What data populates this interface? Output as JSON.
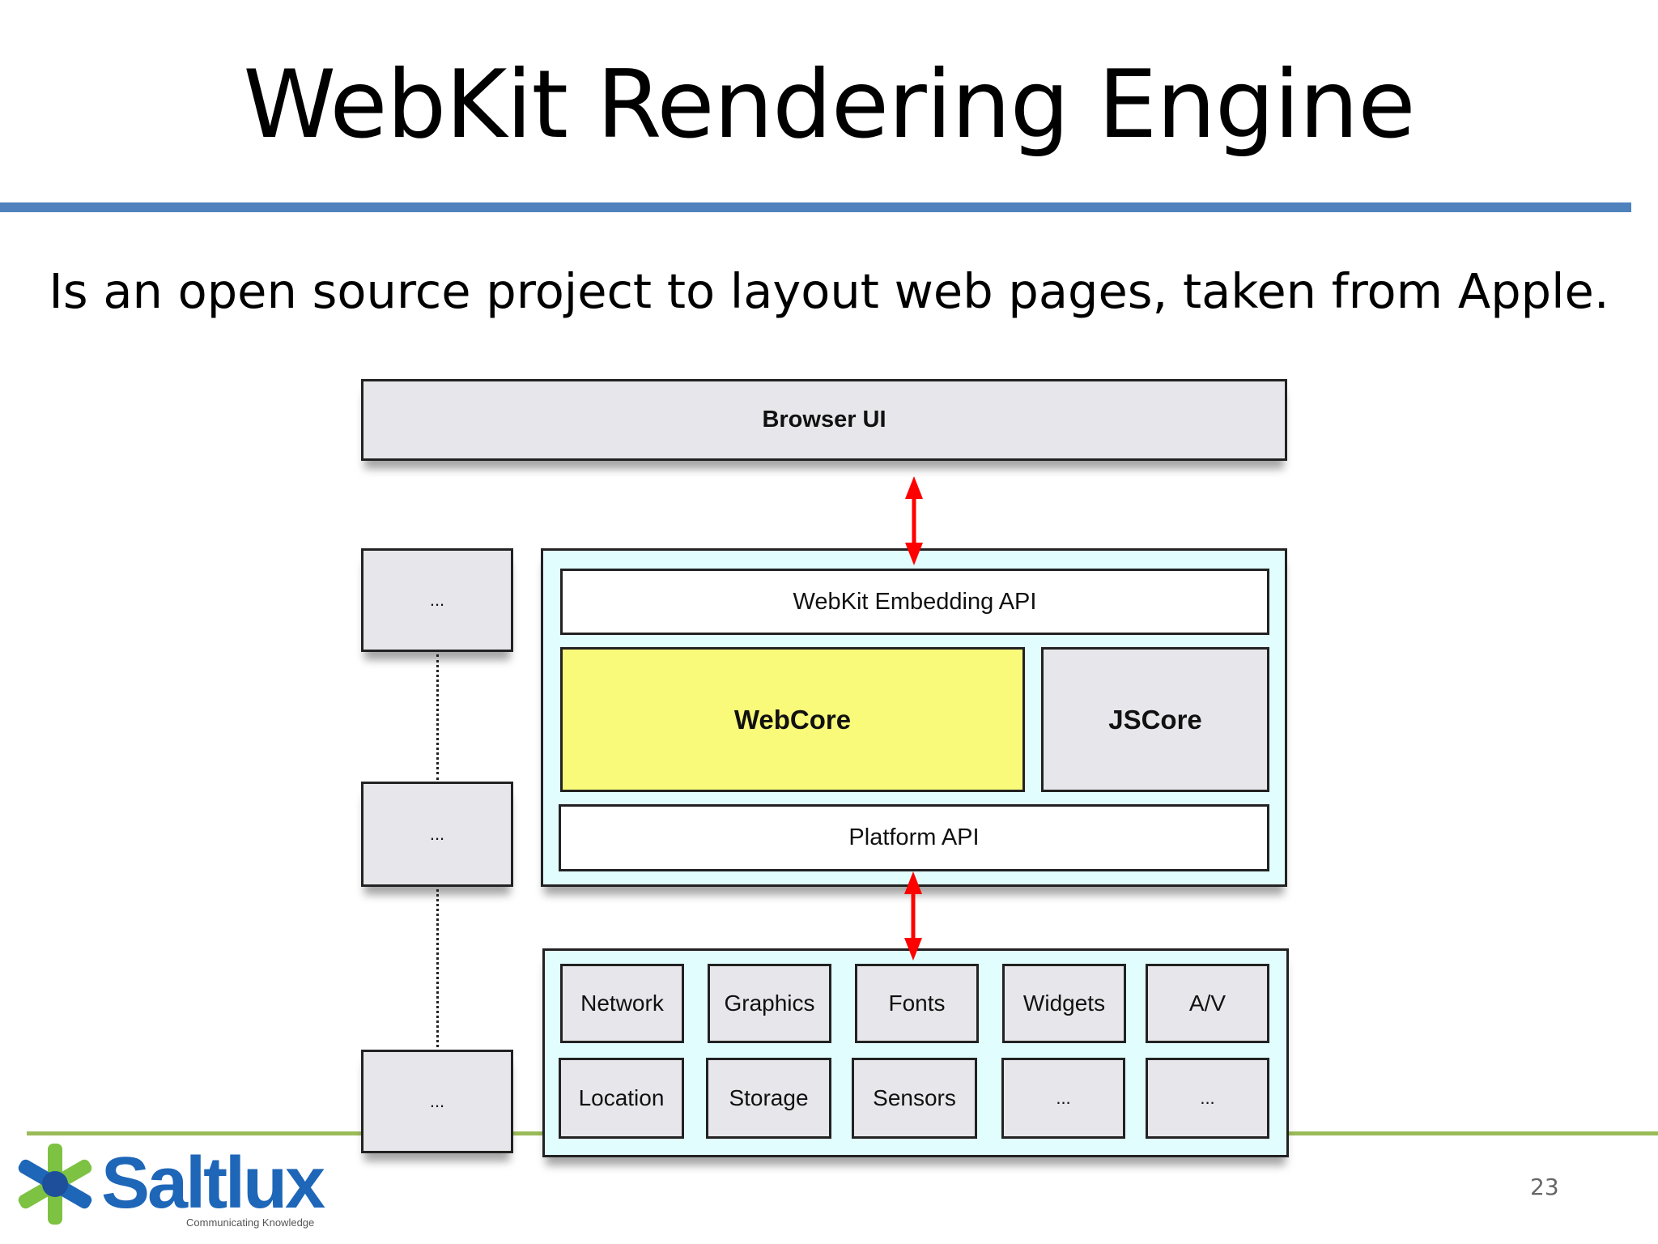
{
  "slide": {
    "title": "WebKit Rendering Engine",
    "subtitle": "Is an open source project to layout web pages, taken from Apple.",
    "page_number": "23"
  },
  "diagram": {
    "browser_ui": "Browser UI",
    "side_stack": [
      "...",
      "...",
      "..."
    ],
    "webkit_panel": {
      "embedding_api": "WebKit Embedding API",
      "webcore": "WebCore",
      "jscore": "JSCore",
      "platform_api": "Platform API"
    },
    "platform_services": {
      "row1": [
        "Network",
        "Graphics",
        "Fonts",
        "Widgets",
        "A/V"
      ],
      "row2": [
        "Location",
        "Storage",
        "Sensors",
        "...",
        "..."
      ]
    }
  },
  "logo": {
    "name": "Saltlux",
    "tagline": "Communicating Knowledge"
  },
  "colors": {
    "title_rule": "#4f81bd",
    "footer_rule": "#9bbb59",
    "panel_fill": "#e2fdfe",
    "webcore_fill": "#fafa7a",
    "box_fill": "#e7e6ea",
    "arrow": "#ff0000",
    "logo_green": "#7dc242",
    "logo_blue": "#1e66b8"
  }
}
